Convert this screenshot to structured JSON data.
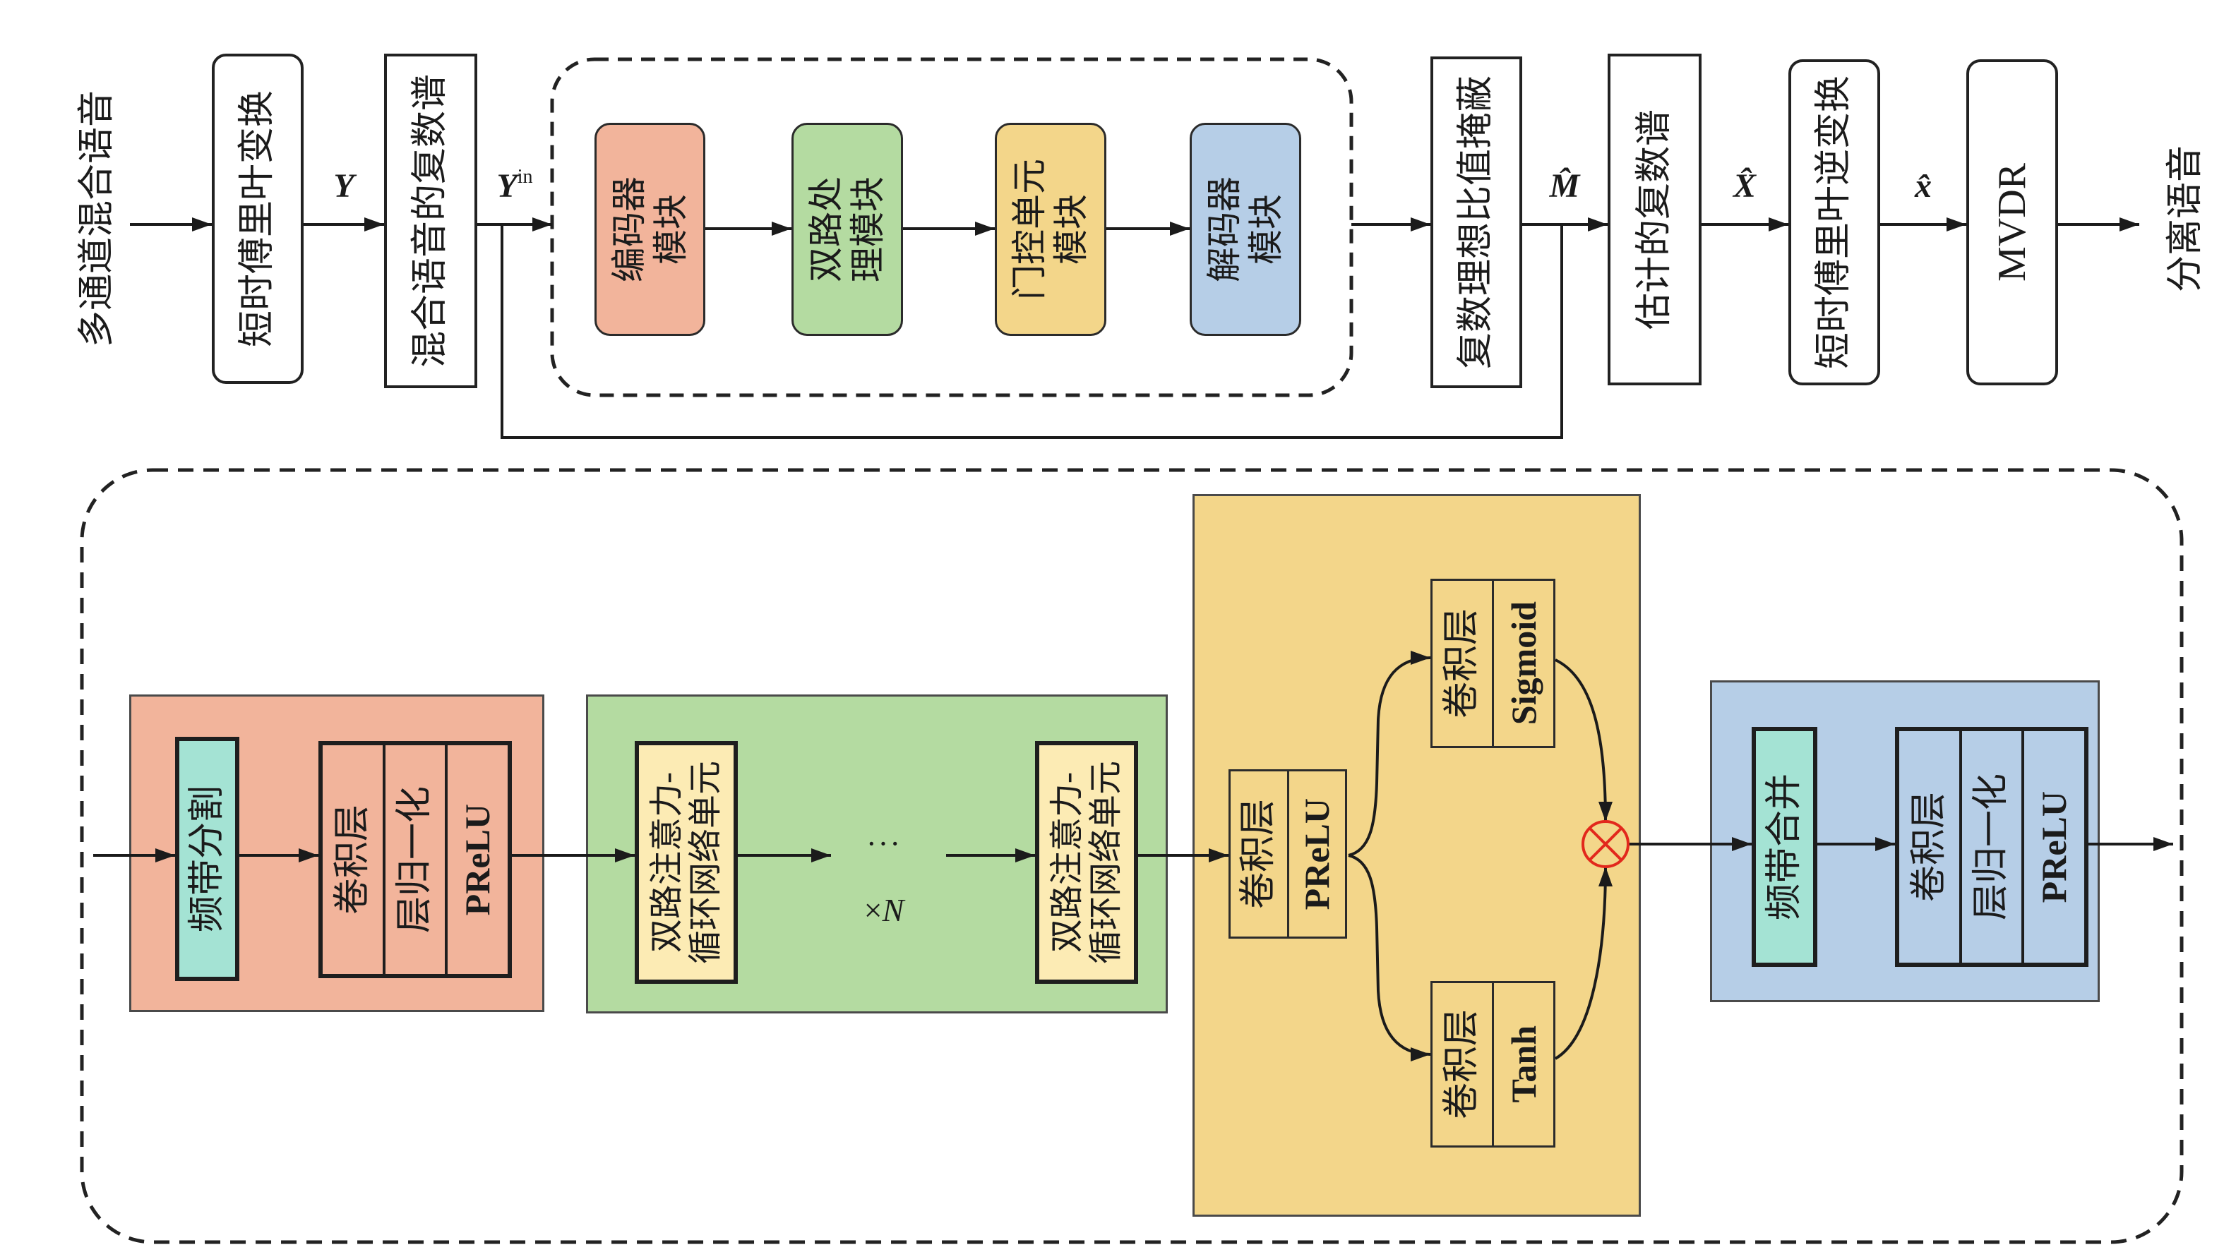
{
  "colors": {
    "encoder": "#f2b49b",
    "dual_path": "#b4dba1",
    "gate": "#f3d68a",
    "decoder": "#b6cee7",
    "band_box": "#a4e3d4",
    "dp_unit": "#fcebb4",
    "multiply_symbol": "#e2281c"
  },
  "icons": {
    "multiply": "multiply-circle-icon"
  },
  "top": {
    "input_text": "多通道混合语音",
    "stft": "短时傅里叶变换",
    "y_label": "Y",
    "mixture_spectrum": "混合语音的复数谱",
    "y_in_label": {
      "base": "Y",
      "sup": "in"
    },
    "modules": {
      "encoder": "编码器\n模块",
      "dual_path": "双路处\n理模块",
      "gate": "门控单元\n模块",
      "decoder": "解码器\n模块"
    },
    "mask": "复数理想比值掩蔽",
    "m_hat_label": "M̂",
    "estimated_spectrum": "估计的复数谱",
    "x_hat_label": "X̂",
    "istft": "短时傅里叶逆变换",
    "x_hat_time_label": "x̂",
    "mvdr": "MVDR",
    "output_text": "分离语音"
  },
  "bottom": {
    "encoder": {
      "band_split": "频带分割",
      "layers": [
        "卷积层",
        "层归一化",
        "PReLU"
      ]
    },
    "dual_path": {
      "unit_first": "双路注意力-\n循环网络单元",
      "ellipsis": "···",
      "repeat": {
        "symbol": "×",
        "count": "N"
      },
      "unit_last": "双路注意力-\n循环网络单元"
    },
    "gate": {
      "input_layers": [
        "卷积层",
        "PReLU"
      ],
      "upper_branch": [
        "卷积层",
        "Sigmoid"
      ],
      "lower_branch": [
        "卷积层",
        "Tanh"
      ]
    },
    "decoder": {
      "band_merge": "频带合并",
      "layers": [
        "卷积层",
        "层归一化",
        "PReLU"
      ]
    }
  }
}
